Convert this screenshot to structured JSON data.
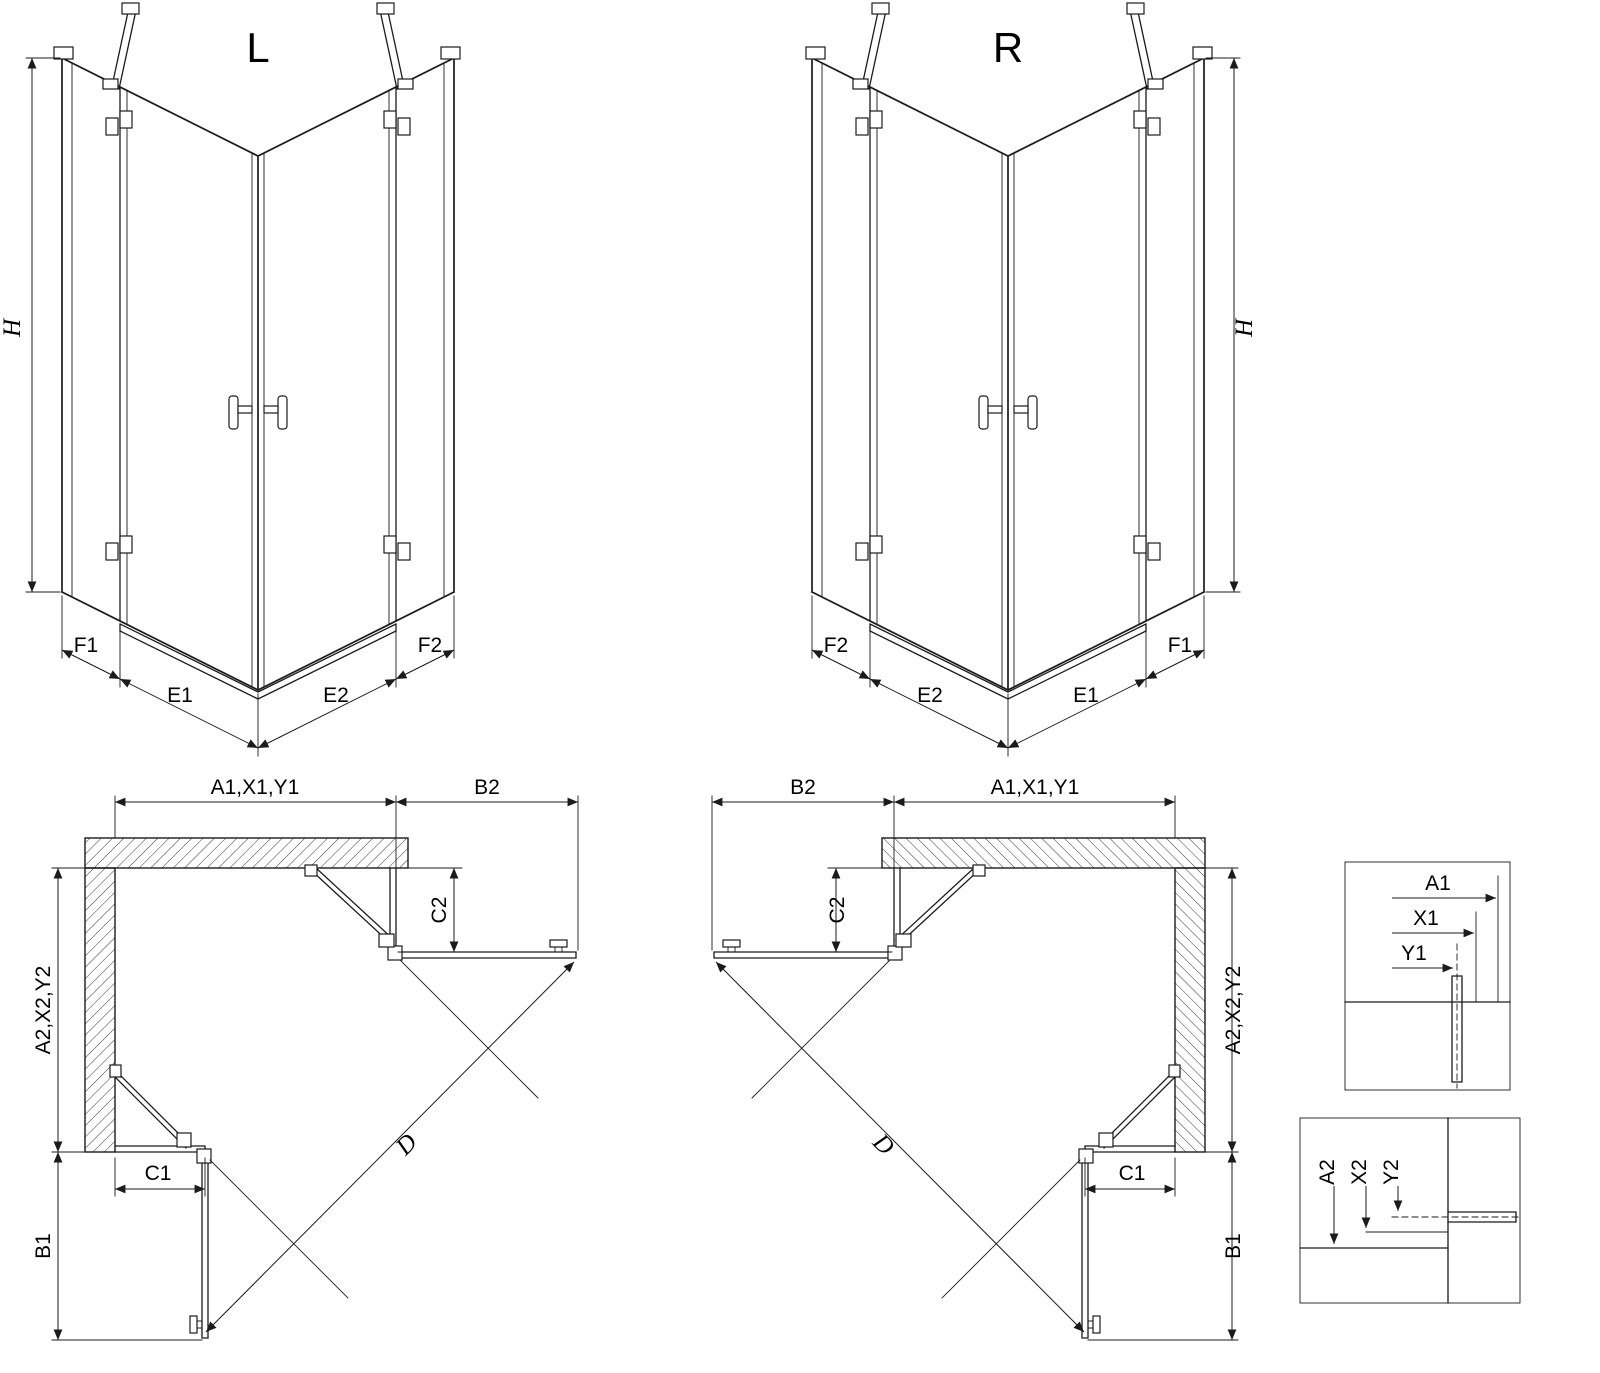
{
  "diagram": {
    "view3d_left": {
      "title": "L",
      "height_label": "H",
      "bottom_labels": [
        "F1",
        "E1",
        "E2",
        "F2"
      ]
    },
    "view3d_right": {
      "title": "R",
      "height_label": "H",
      "bottom_labels": [
        "F2",
        "E2",
        "E1",
        "F1"
      ]
    },
    "plan_left": {
      "width_label": "A1,X1,Y1",
      "door_width_label": "B2",
      "fixed_side_label": "C2",
      "depth_label": "A2,X2,Y2",
      "fixed_front_label": "C1",
      "door_depth_label": "B1",
      "diagonal_label": "D"
    },
    "plan_right": {
      "width_label": "A1,X1,Y1",
      "door_width_label": "B2",
      "fixed_side_label": "C2",
      "depth_label": "A2,X2,Y2",
      "fixed_front_label": "C1",
      "door_depth_label": "B1",
      "diagonal_label": "D"
    },
    "detail_width": {
      "outer": "A1",
      "mid": "X1",
      "inner": "Y1"
    },
    "detail_depth": {
      "outer": "A2",
      "mid": "X2",
      "inner": "Y2"
    }
  }
}
